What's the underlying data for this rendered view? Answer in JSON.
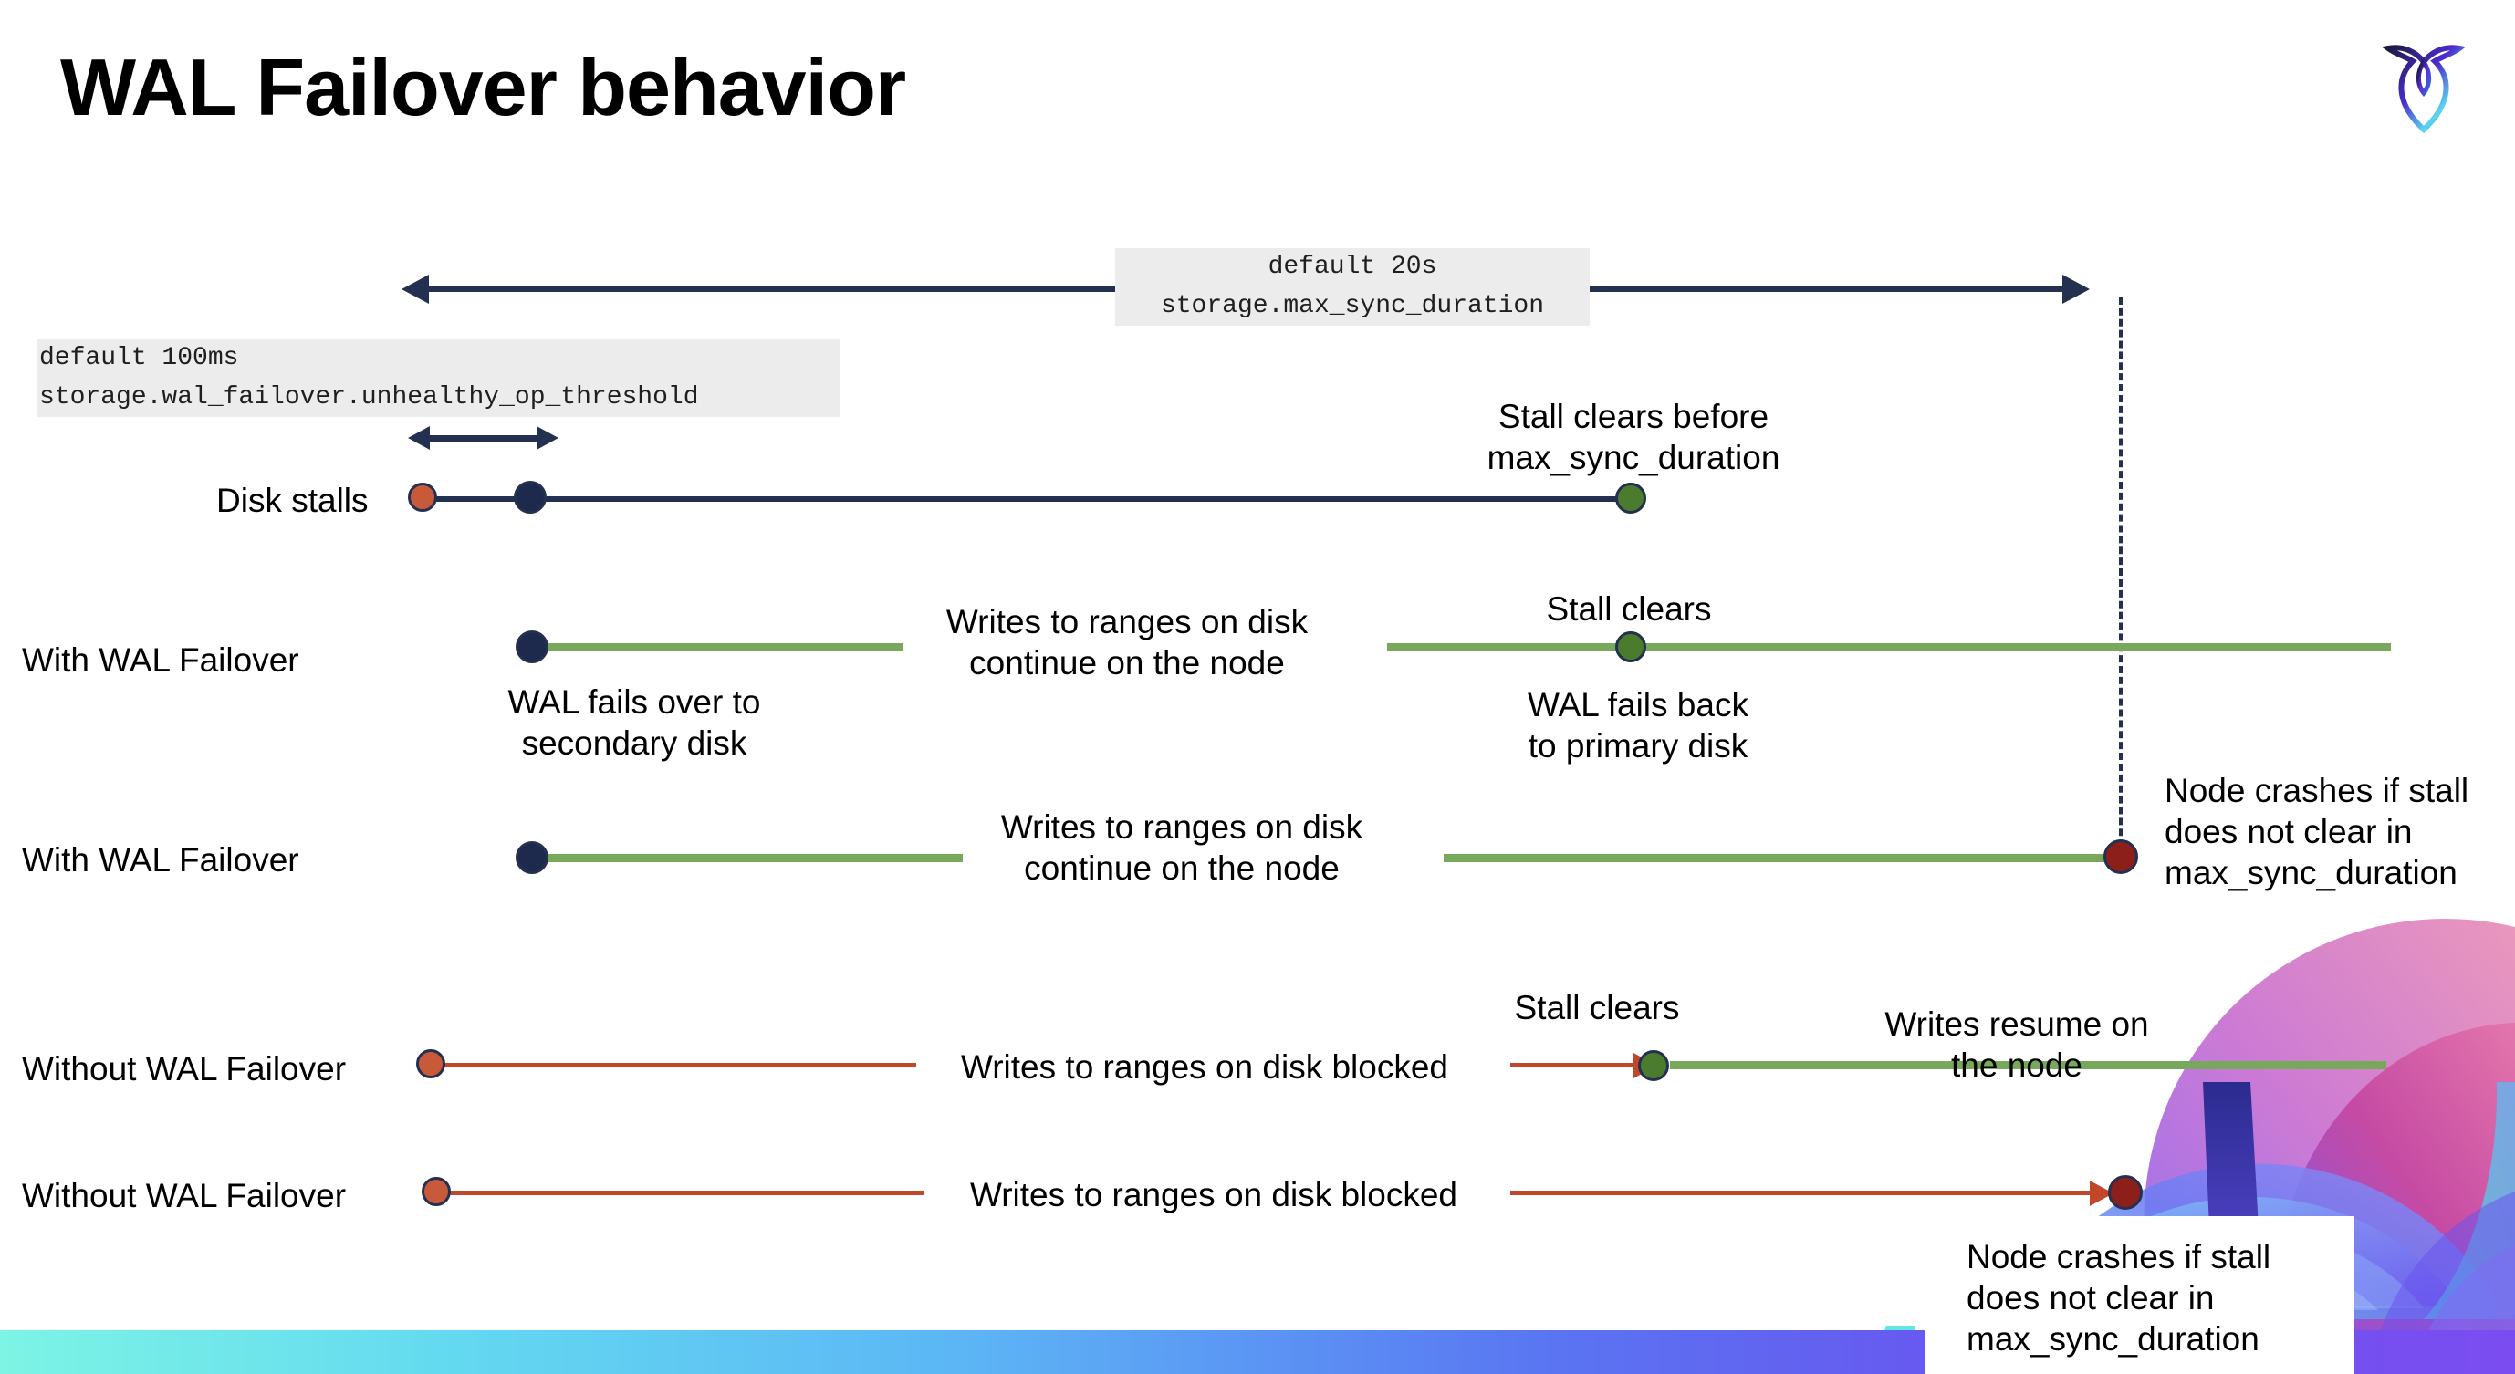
{
  "slide": {
    "title": "WAL Failover behavior",
    "logo_name": "cockroachdb-logo",
    "background_accent": "#5a74f2",
    "bottom_bar_colors": [
      "#7df4e4",
      "#5cb6f5",
      "#5a74f2",
      "#7b4df0"
    ]
  },
  "settings": {
    "max_sync_duration": {
      "default_label": "default 20s",
      "setting_name": "storage.max_sync_duration"
    },
    "unhealthy_op_threshold": {
      "default_label": "default 100ms",
      "setting_name": "storage.wal_failover.unhealthy_op_threshold"
    }
  },
  "rows": [
    {
      "label": "Disk stalls",
      "line_color": "#23304f",
      "annotation": "Stall clears before\nmax_sync_duration",
      "markers": [
        "stall-start-orange",
        "threshold-navy",
        "stall-clear-green"
      ]
    },
    {
      "label": "With WAL Failover",
      "line_color": "#78a85b",
      "note_left": "WAL fails over to\nsecondary disk",
      "note_mid": "Writes to ranges on disk\ncontinue on the node",
      "note_clear": "Stall clears",
      "note_right": "WAL fails  back\nto primary disk",
      "markers": [
        "failover-navy",
        "stall-clear-green"
      ]
    },
    {
      "label": "With WAL Failover",
      "line_color": "#78a85b",
      "note_mid": "Writes to ranges on disk\ncontinue on the node",
      "note_right": "Node crashes if stall\ndoes not clear in\nmax_sync_duration",
      "markers": [
        "failover-navy",
        "crash-darkred"
      ]
    },
    {
      "label": "Without WAL Failover",
      "line_color": "#c1472a",
      "note_mid": "Writes to ranges on disk  blocked",
      "note_clear": "Stall clears",
      "note_right": "Writes resume on\nthe node",
      "markers": [
        "stall-start-orange",
        "stall-clear-green"
      ]
    },
    {
      "label": "Without WAL Failover",
      "line_color": "#c1472a",
      "note_mid": "Writes to ranges on disk  blocked",
      "note_right": "Node crashes if stall\ndoes not clear in\nmax_sync_duration",
      "markers": [
        "stall-start-orange",
        "crash-darkred"
      ]
    }
  ],
  "colors": {
    "navy": "#23304f",
    "green_line": "#78a85b",
    "green_dot": "#4b7b2d",
    "red_line": "#c1472a",
    "orange_dot": "#c85a3a",
    "dark_red_dot": "#8d1f1a",
    "code_chip_bg": "#ececec"
  }
}
